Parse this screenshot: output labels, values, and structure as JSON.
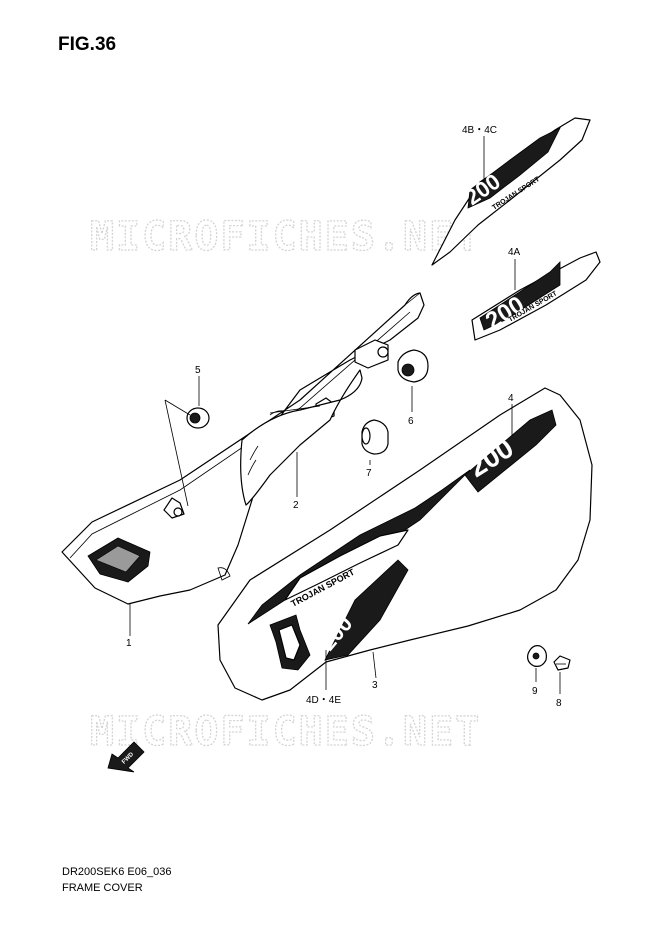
{
  "figure": {
    "title": "FIG.36",
    "model_code": "DR200SEK6 E06_036",
    "section_name": "FRAME COVER"
  },
  "watermark": "MICROFICHES.NET",
  "fwd_label": "FWD",
  "decal_text": "200",
  "stripe_text": "TROJAN SPORT",
  "callouts": [
    {
      "id": "1",
      "label": "1"
    },
    {
      "id": "2",
      "label": "2"
    },
    {
      "id": "3",
      "label": "3"
    },
    {
      "id": "4",
      "label": "4"
    },
    {
      "id": "4A",
      "label": "4A"
    },
    {
      "id": "4BC",
      "label": "4B・4C"
    },
    {
      "id": "4DE",
      "label": "4D・4E"
    },
    {
      "id": "5",
      "label": "5"
    },
    {
      "id": "6",
      "label": "6"
    },
    {
      "id": "7",
      "label": "7"
    },
    {
      "id": "8",
      "label": "8"
    },
    {
      "id": "9",
      "label": "9"
    }
  ]
}
